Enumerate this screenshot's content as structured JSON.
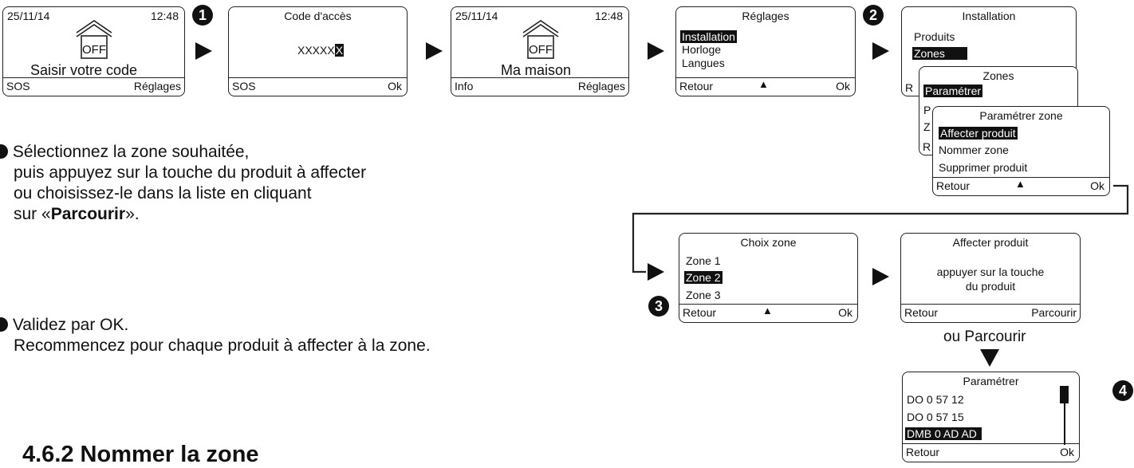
{
  "screens": {
    "s1": {
      "date": "25/11/14",
      "time": "12:48",
      "status": "OFF",
      "message": "Saisir votre code",
      "left": "SOS",
      "right": "Réglages"
    },
    "s2": {
      "title": "Code d'accès",
      "code_prefix": "XXXXX",
      "code_cursor": "X",
      "left": "SOS",
      "right": "Ok"
    },
    "s3": {
      "date": "25/11/14",
      "time": "12:48",
      "status": "OFF",
      "message": "Ma maison",
      "left": "Info",
      "right": "Réglages"
    },
    "s4": {
      "title": "Réglages",
      "items": [
        "Installation",
        "Horloge",
        "Langues"
      ],
      "left": "Retour",
      "right": "Ok"
    },
    "s5": {
      "title": "Installation",
      "items": [
        "Produits",
        "Zones"
      ],
      "left_partial": "R"
    },
    "s6": {
      "title": "Zones",
      "items": [
        "Paramétrer"
      ],
      "partial_p": "P",
      "partial_z": "Z",
      "partial_r": "R"
    },
    "s7": {
      "title": "Paramétrer zone",
      "items": [
        "Affecter produit",
        "Nommer zone",
        "Supprimer produit"
      ],
      "left": "Retour",
      "right": "Ok"
    },
    "s8": {
      "title": "Choix zone",
      "items": [
        "Zone 1",
        "Zone 2",
        "Zone 3"
      ],
      "left": "Retour",
      "right": "Ok"
    },
    "s9": {
      "title": "Affecter produit",
      "line1": "appuyer sur la touche",
      "line2": "du produit",
      "left": "Retour",
      "right": "Parcourir"
    },
    "s10": {
      "title": "Paramétrer",
      "items": [
        "DO 0 57 12",
        "DO 0 57 15",
        "DMB 0 AD AD"
      ],
      "left": "Retour",
      "right": "Ok"
    }
  },
  "ou_parcourir": "ou Parcourir",
  "steps": {
    "n1": "1",
    "n2": "2",
    "n3": "3",
    "n4": "4"
  },
  "instructions": {
    "step3_line1": "Sélectionnez la zone souhaitée,",
    "step3_line2": "puis appuyez sur la touche du produit à affecter",
    "step3_line3": "ou choisissez-le dans la liste en cliquant",
    "step3_line4_a": "sur «",
    "step3_line4_b": "Parcourir",
    "step3_line4_c": "».",
    "step4_line1": "Validez par OK.",
    "step4_line2": "Recommencez pour chaque produit à affecter à la zone."
  },
  "heading": "4.6.2 Nommer la zone"
}
